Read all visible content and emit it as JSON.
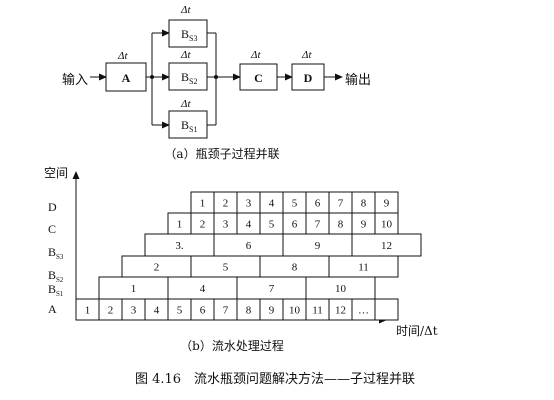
{
  "top": {
    "input": "输入",
    "output": "输出",
    "delta": "Δt",
    "stages": {
      "A": "A",
      "Bs3": "B",
      "Bs3_sub": "S3",
      "Bs2": "B",
      "Bs2_sub": "S2",
      "Bs1": "B",
      "Bs1_sub": "S1",
      "C": "C",
      "D": "D"
    },
    "caption": "（a）瓶颈子过程并联"
  },
  "bottom": {
    "y_axis_label": "空间",
    "x_axis_label": "时间/Δt",
    "caption": "（b）流水处理过程",
    "row_labels": {
      "D": "D",
      "C": "C",
      "Bs3": "B",
      "Bs3_sub": "S3",
      "Bs2": "B",
      "Bs2_sub": "S2",
      "Bs1": "B",
      "Bs1_sub": "S1",
      "A": "A"
    },
    "rows": {
      "A": [
        "1",
        "2",
        "3",
        "4",
        "5",
        "6",
        "7",
        "8",
        "9",
        "10",
        "11",
        "12",
        "…",
        ""
      ],
      "Bs1": [
        "1",
        "4",
        "7",
        "10"
      ],
      "Bs2": [
        "2",
        "5",
        "8",
        "11"
      ],
      "Bs3": [
        "3.",
        "6",
        "9",
        "12"
      ],
      "C": [
        "1",
        "2",
        "3",
        "4",
        "5",
        "6",
        "7",
        "8",
        "9",
        "10"
      ],
      "D": [
        "1",
        "2",
        "3",
        "4",
        "5",
        "6",
        "7",
        "8",
        "9"
      ]
    }
  },
  "figure_caption": "图 4.16　流水瓶颈问题解决方法——子过程并联"
}
